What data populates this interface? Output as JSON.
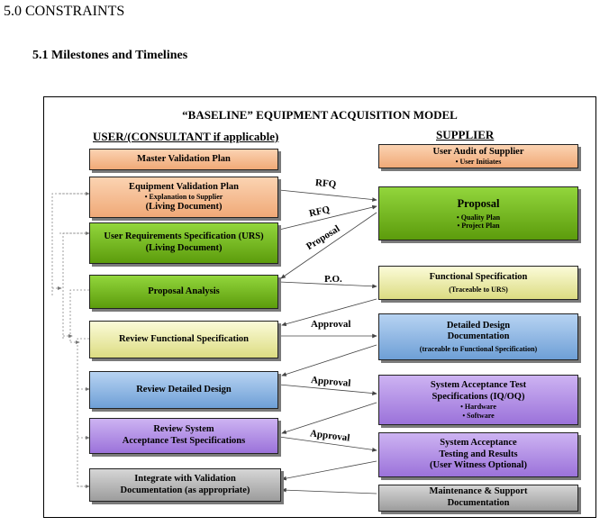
{
  "heading": "5.0 CONSTRAINTS",
  "subheading": "5.1  Milestones and Timelines",
  "diagram": {
    "title": "“BASELINE”  EQUIPMENT ACQUISITION MODEL",
    "user_column": "USER/(CONSULTANT if applicable)",
    "supplier_column": "SUPPLIER",
    "user_boxes": [
      {
        "title": "Master Validation Plan"
      },
      {
        "title": "Equipment Validation Plan",
        "bullet": "Explanation to Supplier",
        "footer": "(Living Document)"
      },
      {
        "title": "User Requirements Specification (URS)",
        "footer": "(Living Document)"
      },
      {
        "title": "Proposal Analysis"
      },
      {
        "title": "Review Functional Specification"
      },
      {
        "title": "Review Detailed Design"
      },
      {
        "title": "Review System",
        "line2": "Acceptance Test Specifications"
      },
      {
        "title": "Integrate with Validation",
        "line2": "Documentation (as appropriate)"
      }
    ],
    "supplier_boxes": [
      {
        "title": "User Audit of Supplier",
        "bullet": "User Initiates"
      },
      {
        "title": "Proposal",
        "bullets": [
          "Quality Plan",
          "Project Plan"
        ]
      },
      {
        "title": "Functional Specification",
        "footer": "(Traceable to URS)"
      },
      {
        "title": "Detailed Design",
        "line2": "Documentation",
        "footer": "(traceable to Functional Specification)"
      },
      {
        "title": "System Acceptance Test",
        "line2": "Specifications (IQ/OQ)",
        "bullets": [
          "Hardware",
          "Software"
        ]
      },
      {
        "title": "System Acceptance",
        "line2": "Testing and Results",
        "line3": "(User Witness Optional)"
      },
      {
        "title": "Maintenance & Support",
        "line2": "Documentation"
      }
    ],
    "arrow_labels": {
      "rfq1": "RFQ",
      "rfq2": "RFQ",
      "proposal": "Proposal",
      "po": "P.O.",
      "approval1": "Approval",
      "approval2": "Approval",
      "approval3": "Approval"
    },
    "colors": {
      "orange": "#f0a977",
      "green": "#5c9c0c",
      "yellow": "#dcdc82",
      "blue": "#6e9fd6",
      "purple": "#9b72da",
      "grey": "#9c9c9c"
    }
  }
}
